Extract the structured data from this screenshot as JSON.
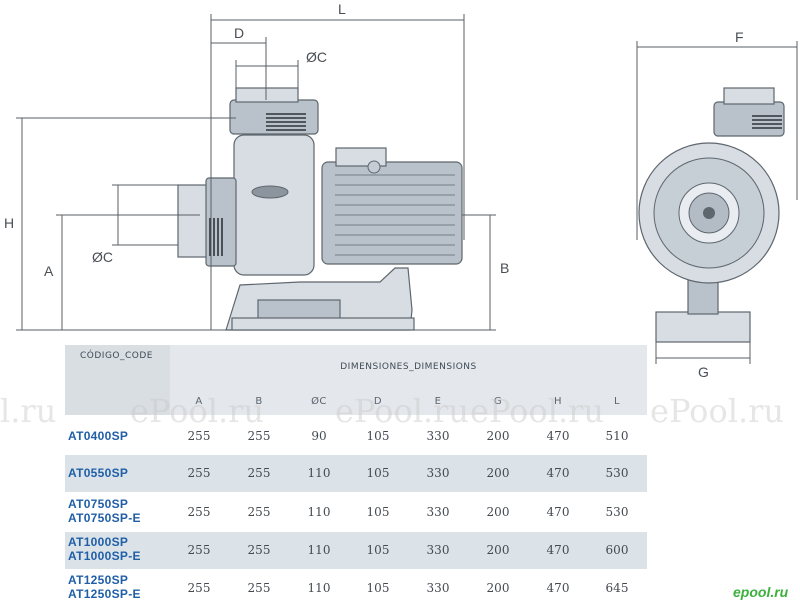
{
  "dimension_labels": {
    "L": "L",
    "D": "D",
    "OC_top": "ØC",
    "H": "H",
    "OC_left": "ØC",
    "A": "A",
    "B": "B",
    "F": "F",
    "G": "G"
  },
  "table": {
    "code_header": "CÓDIGO_CODE",
    "dimensions_header": "DIMENSIONES_DIMENSIONS",
    "columns": [
      "A",
      "B",
      "ØC",
      "D",
      "E",
      "G",
      "H",
      "L"
    ],
    "rows": [
      {
        "codes": [
          "AT0400SP"
        ],
        "values": [
          "255",
          "255",
          "90",
          "105",
          "330",
          "200",
          "470",
          "510"
        ]
      },
      {
        "codes": [
          "AT0550SP"
        ],
        "values": [
          "255",
          "255",
          "110",
          "105",
          "330",
          "200",
          "470",
          "530"
        ]
      },
      {
        "codes": [
          "AT0750SP",
          "AT0750SP-E"
        ],
        "values": [
          "255",
          "255",
          "110",
          "105",
          "330",
          "200",
          "470",
          "530"
        ]
      },
      {
        "codes": [
          "AT1000SP",
          "AT1000SP-E"
        ],
        "values": [
          "255",
          "255",
          "110",
          "105",
          "330",
          "200",
          "470",
          "600"
        ]
      },
      {
        "codes": [
          "AT1250SP",
          "AT1250SP-E"
        ],
        "values": [
          "255",
          "255",
          "110",
          "105",
          "330",
          "200",
          "470",
          "645"
        ]
      }
    ]
  },
  "watermarks": [
    "l.ru",
    "ePool.ru",
    "ePool.ru",
    "ePool.ru",
    "ePool.ru"
  ],
  "watermark_corner": "epool.ru",
  "colors": {
    "code_text": "#1f5fa8",
    "row_shade": "#dce3e8",
    "header_bg": "#e4e8ec",
    "pump_body": "#d7dde3"
  }
}
